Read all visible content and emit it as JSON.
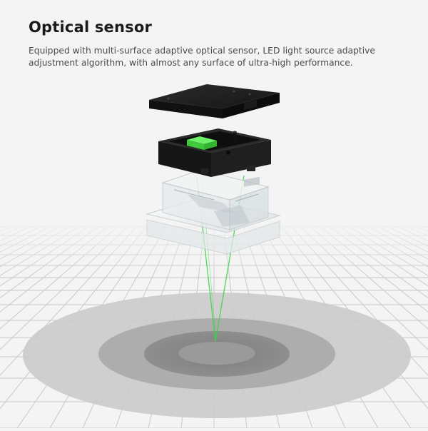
{
  "header": {
    "title": "Optical sensor",
    "description": "Equipped with multi-surface adaptive optical sensor, LED light source adaptive adjustment algorithm, with almost any surface of ultra-high performance."
  },
  "colors": {
    "background": "#f4f4f4",
    "laser": "#3bd44a",
    "chip_green": "#4ee04a",
    "housing": "#1c1c1c",
    "spot_outer": "#c9c9c9",
    "spot_mid": "#a9a9a9",
    "spot_inner": "#8e8e8e"
  },
  "illustration": {
    "components": [
      "top-cover",
      "sensor-housing",
      "optical-lens",
      "laser-beams",
      "light-spot"
    ]
  }
}
